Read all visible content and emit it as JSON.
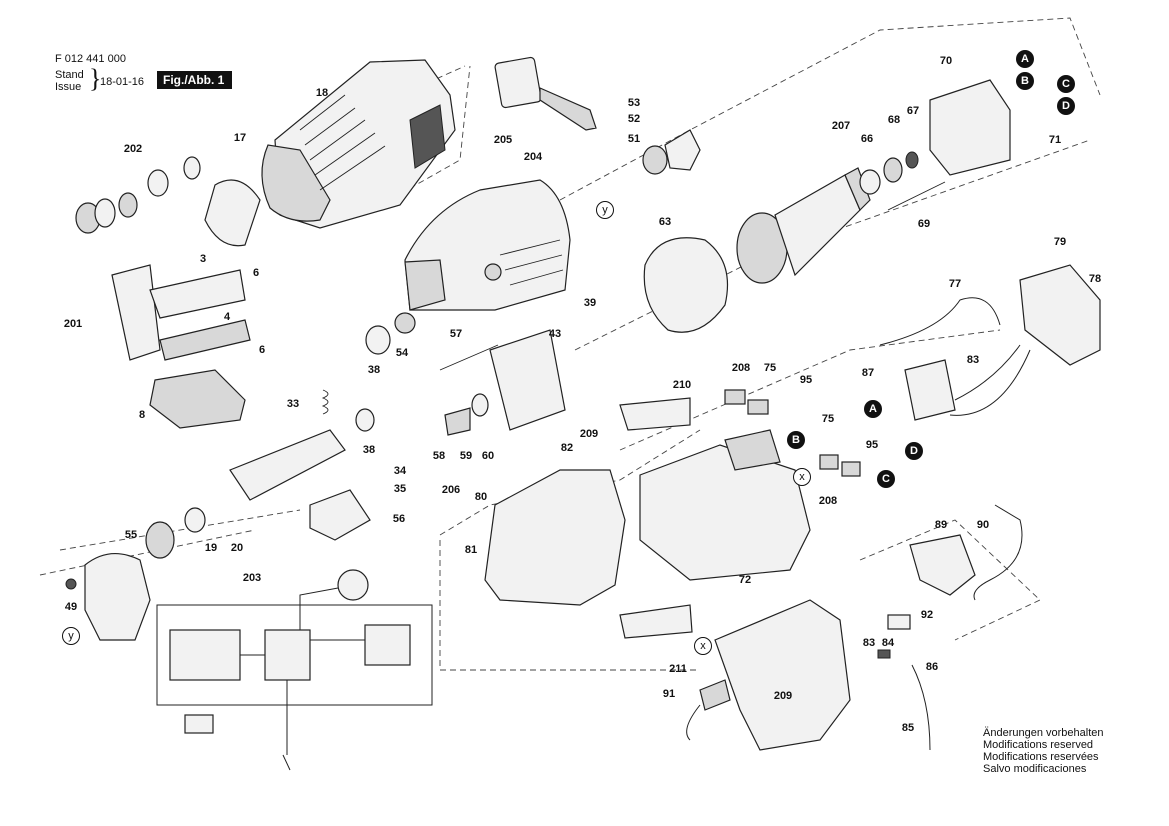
{
  "header": {
    "part_number": "F 012 441 000",
    "stand_label": "Stand",
    "issue_label": "Issue",
    "date": "18-01-16",
    "fig_label": "Fig./Abb. 1"
  },
  "callouts": {
    "l18": "18",
    "l17": "17",
    "l202": "202",
    "l3": "3",
    "l6a": "6",
    "l201": "201",
    "l4": "4",
    "l6b": "6",
    "l8": "8",
    "l205": "205",
    "l204": "204",
    "l53": "53",
    "l52": "52",
    "l51": "51",
    "l39": "39",
    "l43": "43",
    "l63": "63",
    "l70": "70",
    "l207": "207",
    "l66": "66",
    "l68": "68",
    "l67": "67",
    "l71": "71",
    "l69": "69",
    "l79": "79",
    "l78": "78",
    "l77": "77",
    "l83a": "83",
    "l87": "87",
    "l57": "57",
    "l54": "54",
    "l38a": "38",
    "l33": "33",
    "l38b": "38",
    "l34": "34",
    "l35": "35",
    "l58": "58",
    "l59": "59",
    "l60": "60",
    "l206": "206",
    "l56": "56",
    "l55": "55",
    "l19": "19",
    "l20": "20",
    "l203": "203",
    "l49": "49",
    "l210": "210",
    "l208a": "208",
    "l75a": "75",
    "l95a": "95",
    "l75b": "75",
    "l95b": "95",
    "l208b": "208",
    "l82": "82",
    "l209a": "209",
    "l80": "80",
    "l81": "81",
    "l72": "72",
    "l89": "89",
    "l90": "90",
    "l92": "92",
    "l83b": "83",
    "l84": "84",
    "l86": "86",
    "l211": "211",
    "l91": "91",
    "l209b": "209",
    "l85": "85"
  },
  "markers": {
    "A": "A",
    "B": "B",
    "C": "C",
    "D": "D",
    "x": "x",
    "y": "y"
  },
  "notes": [
    "Änderungen vorbehalten",
    "Modifications reserved",
    "Modifications reservées",
    "Salvo modificaciones"
  ]
}
